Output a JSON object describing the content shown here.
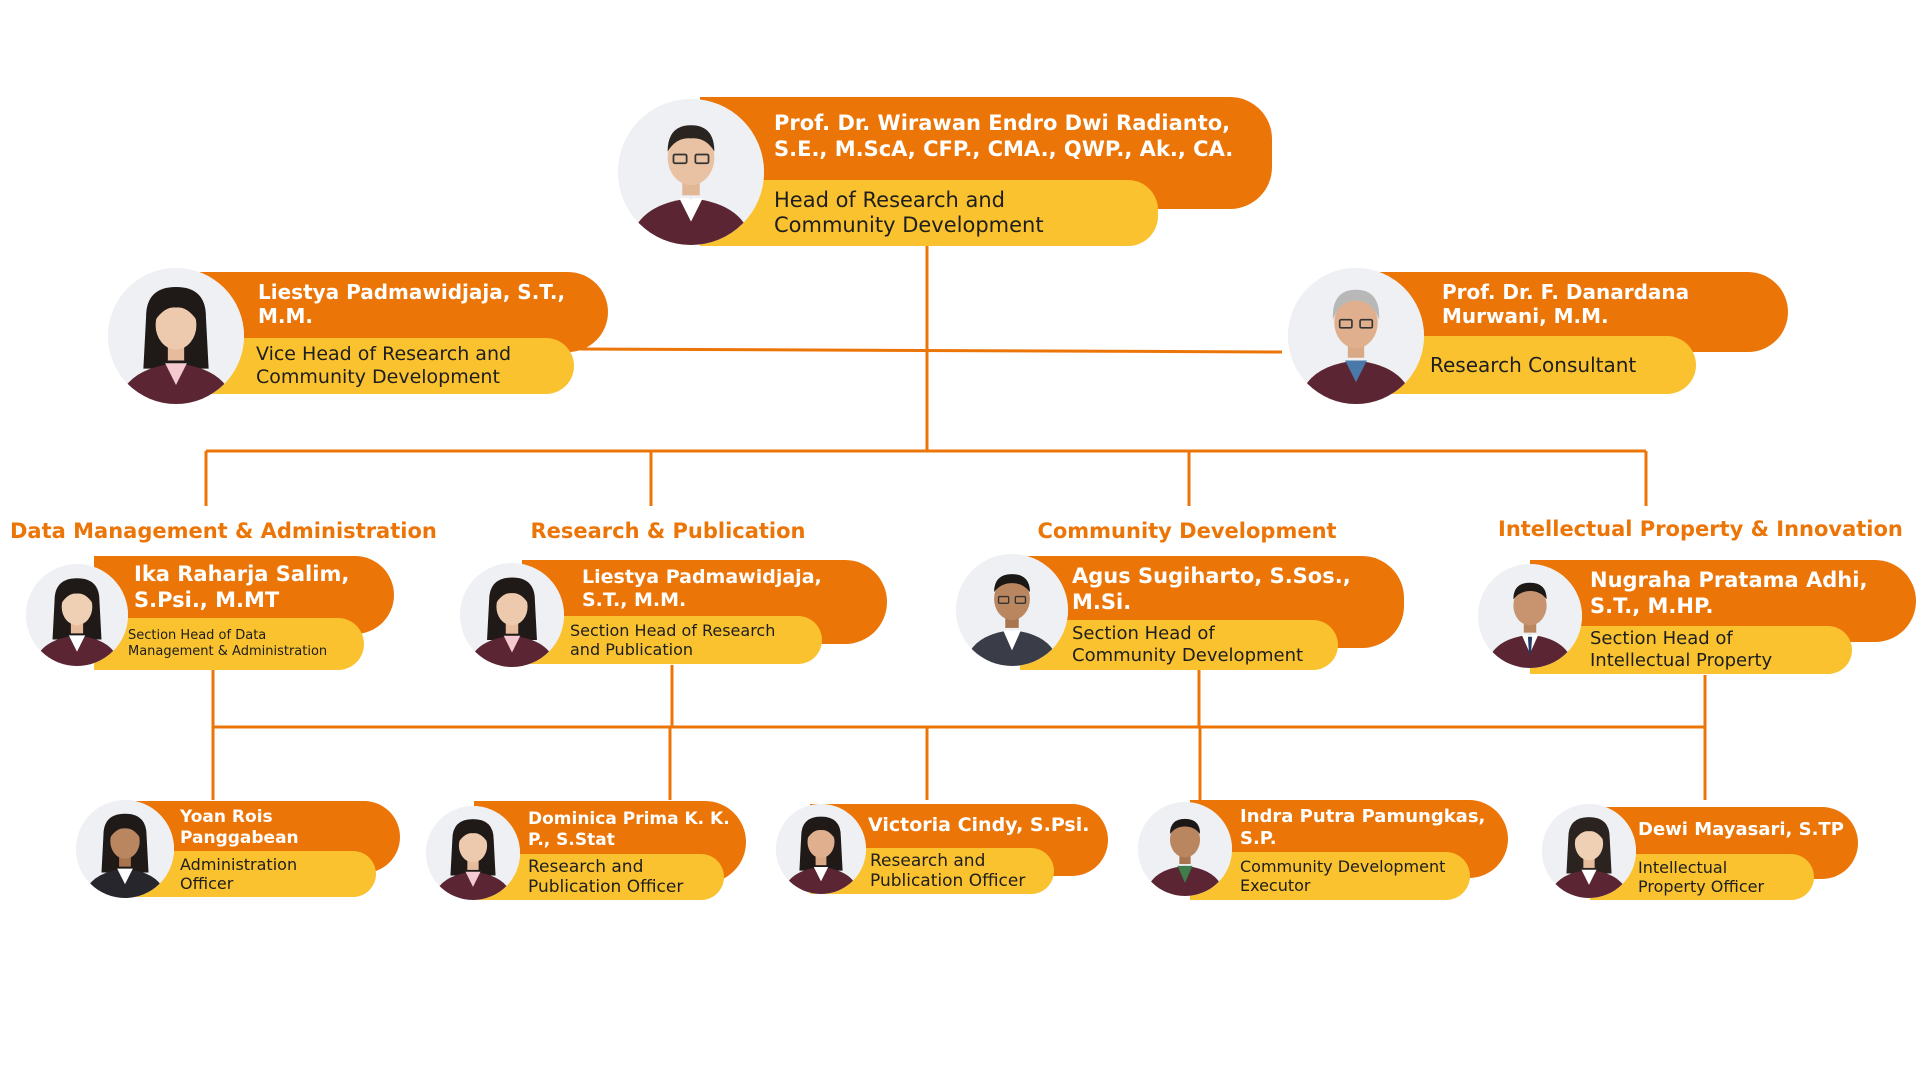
{
  "colors": {
    "accent": "#ec7508",
    "secondary": "#f9c22e",
    "line": "#ec7508",
    "blazer": "#5b2533"
  },
  "head": {
    "name": "Prof. Dr. Wirawan Endro Dwi Radianto,\nS.E., M.ScA, CFP., CMA., QWP., Ak., CA.",
    "role": "Head of Research and\nCommunity Development",
    "photo_icon": "portrait-photo-man-glasses"
  },
  "vice_head": {
    "name": "Liestya Padmawidjaja, S.T.,\nM.M.",
    "role": "Vice Head of Research and\nCommunity Development",
    "photo_icon": "portrait-photo-woman"
  },
  "consultant": {
    "name": "Prof. Dr. F. Danardana\nMurwani, M.M.",
    "role": "Research Consultant",
    "photo_icon": "portrait-photo-man-glasses"
  },
  "departments": [
    {
      "title": "Data Management & Administration",
      "section_head": {
        "name": "Ika Raharja Salim,\nS.Psi., M.MT",
        "role": "Section Head of Data\nManagement & Administration",
        "photo_icon": "portrait-photo-woman"
      }
    },
    {
      "title": "Research & Publication",
      "section_head": {
        "name": "Liestya Padmawidjaja,\nS.T., M.M.",
        "role": "Section Head of Research\nand Publication",
        "photo_icon": "portrait-photo-woman"
      }
    },
    {
      "title": "Community Development",
      "section_head": {
        "name": "Agus Sugiharto, S.Sos.,\nM.Si.",
        "role": "Section Head of\nCommunity Development",
        "photo_icon": "portrait-photo-man"
      }
    },
    {
      "title": "Intellectual Property & Innovation",
      "section_head": {
        "name": "Nugraha Pratama Adhi,\nS.T., M.HP.",
        "role": "Section Head of\nIntellectual Property",
        "photo_icon": "portrait-photo-man"
      }
    }
  ],
  "officers": [
    {
      "name": "Yoan Rois\nPanggabean",
      "role": "Administration\nOfficer",
      "photo_icon": "portrait-photo-woman"
    },
    {
      "name": "Dominica Prima K. K.\nP., S.Stat",
      "role": "Research and\nPublication Officer",
      "photo_icon": "portrait-photo-woman"
    },
    {
      "name": "Victoria Cindy, S.Psi.",
      "role": "Research and\nPublication Officer",
      "photo_icon": "portrait-photo-woman"
    },
    {
      "name": "Indra Putra Pamungkas,\nS.P.",
      "role": "Community Development\nExecutor",
      "photo_icon": "portrait-photo-man"
    },
    {
      "name": "Dewi Mayasari, S.TP",
      "role": "Intellectual\nProperty Officer",
      "photo_icon": "portrait-photo-woman"
    }
  ]
}
